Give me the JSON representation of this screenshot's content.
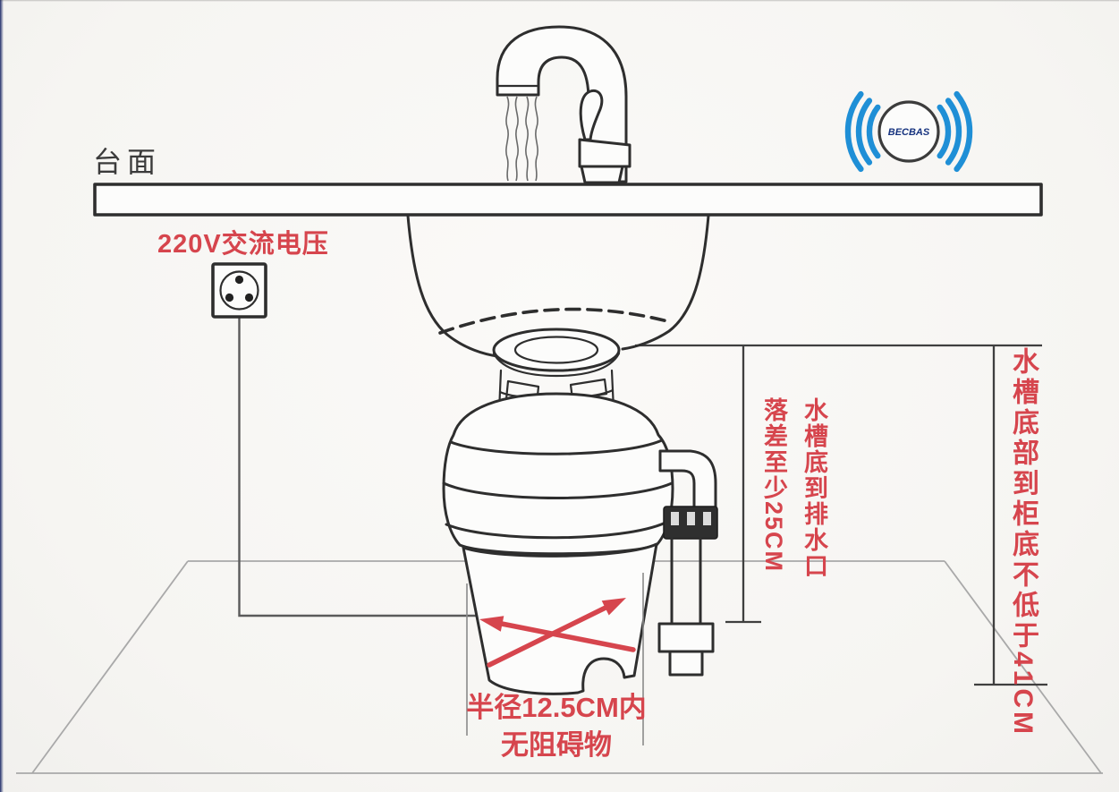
{
  "colors": {
    "annotation_red": "#d6454d",
    "signal_blue": "#1f8fd6",
    "ink": "#2e2e2e",
    "floor_gray": "#a9a9a9",
    "edge_navy": "#232f6b"
  },
  "labels": {
    "countertop": "台面",
    "power": "220V交流电压",
    "drop_col_right": "水槽底到排水口",
    "drop_col_left": "落差至少25CM",
    "cabinet_depth": "水槽底部到柜底不低于41CM",
    "clearance_line1": "半径12.5CM内",
    "clearance_line2": "无阻碍物",
    "logo": "BECBAS"
  },
  "dimensions": {
    "voltage": "220V",
    "min_drop_cm": 25,
    "min_cabinet_height_cm": 41,
    "clearance_radius_cm": 12.5
  },
  "icons": {
    "power_outlet": "power-outlet-icon",
    "wireless_signal": "wireless-signal-icon"
  }
}
